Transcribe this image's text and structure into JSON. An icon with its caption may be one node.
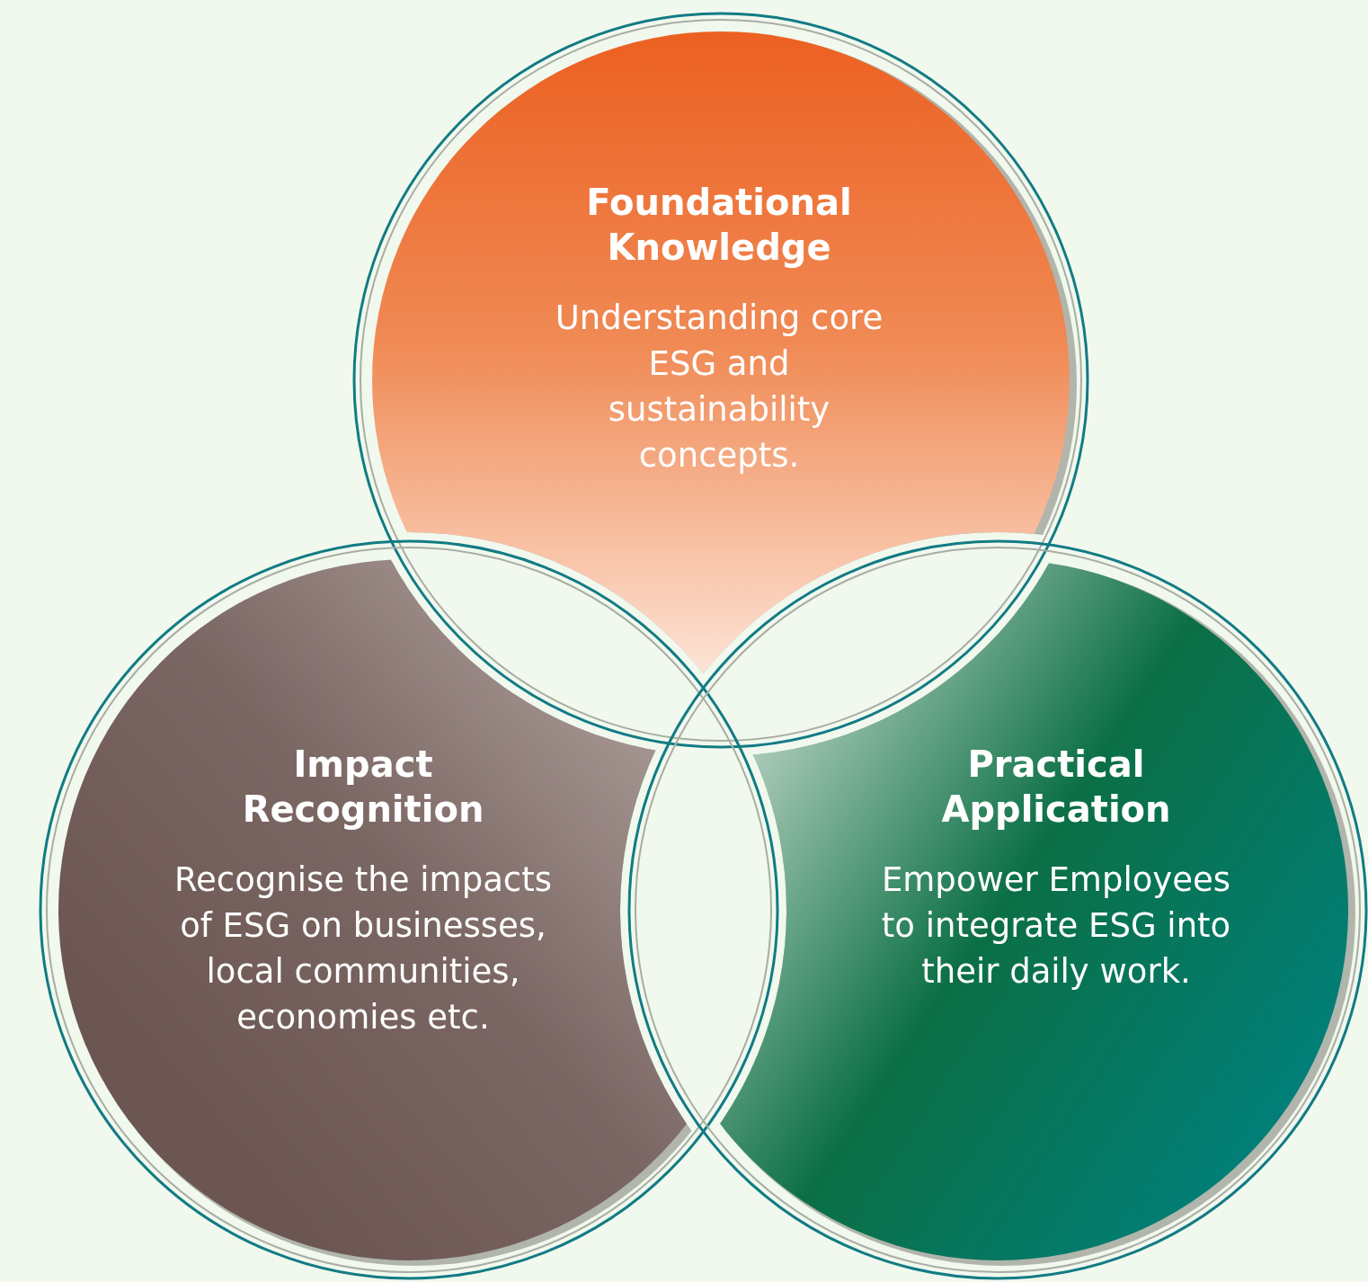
{
  "diagram": {
    "nodes": [
      {
        "text": [
          "Foundational Knowledge",
          "Understanding core ESG and sustainability concepts."
        ]
      },
      {
        "text": [
          "Impact Recognition",
          "Recognise the impacts of ESG on businesses, local communities, economies etc."
        ]
      },
      {
        "text": [
          "Practical Application",
          "Empower Employees to integrate ESG into their daily work."
        ]
      }
    ]
  }
}
